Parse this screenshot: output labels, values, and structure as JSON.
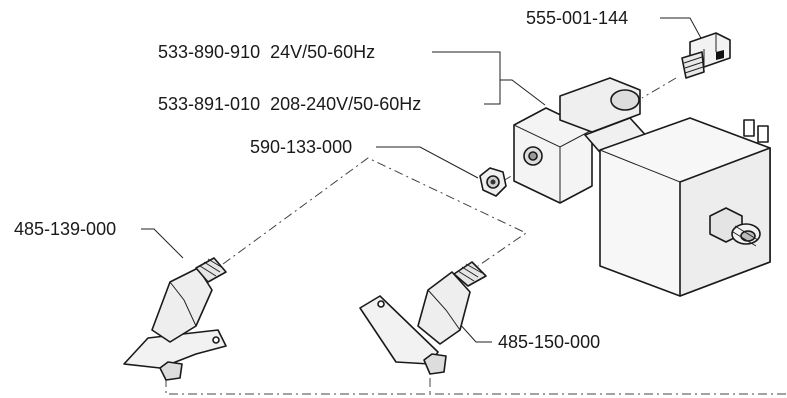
{
  "parts": {
    "fitting_top": {
      "number": "555-001-144"
    },
    "valve_24v": {
      "number": "533-890-910",
      "spec": "24V/50-60Hz"
    },
    "valve_230v": {
      "number": "533-891-010",
      "spec": "208-240V/50-60Hz"
    },
    "nut": {
      "number": "590-133-000"
    },
    "elbow_left": {
      "number": "485-139-000"
    },
    "elbow_right": {
      "number": "485-150-000"
    }
  }
}
